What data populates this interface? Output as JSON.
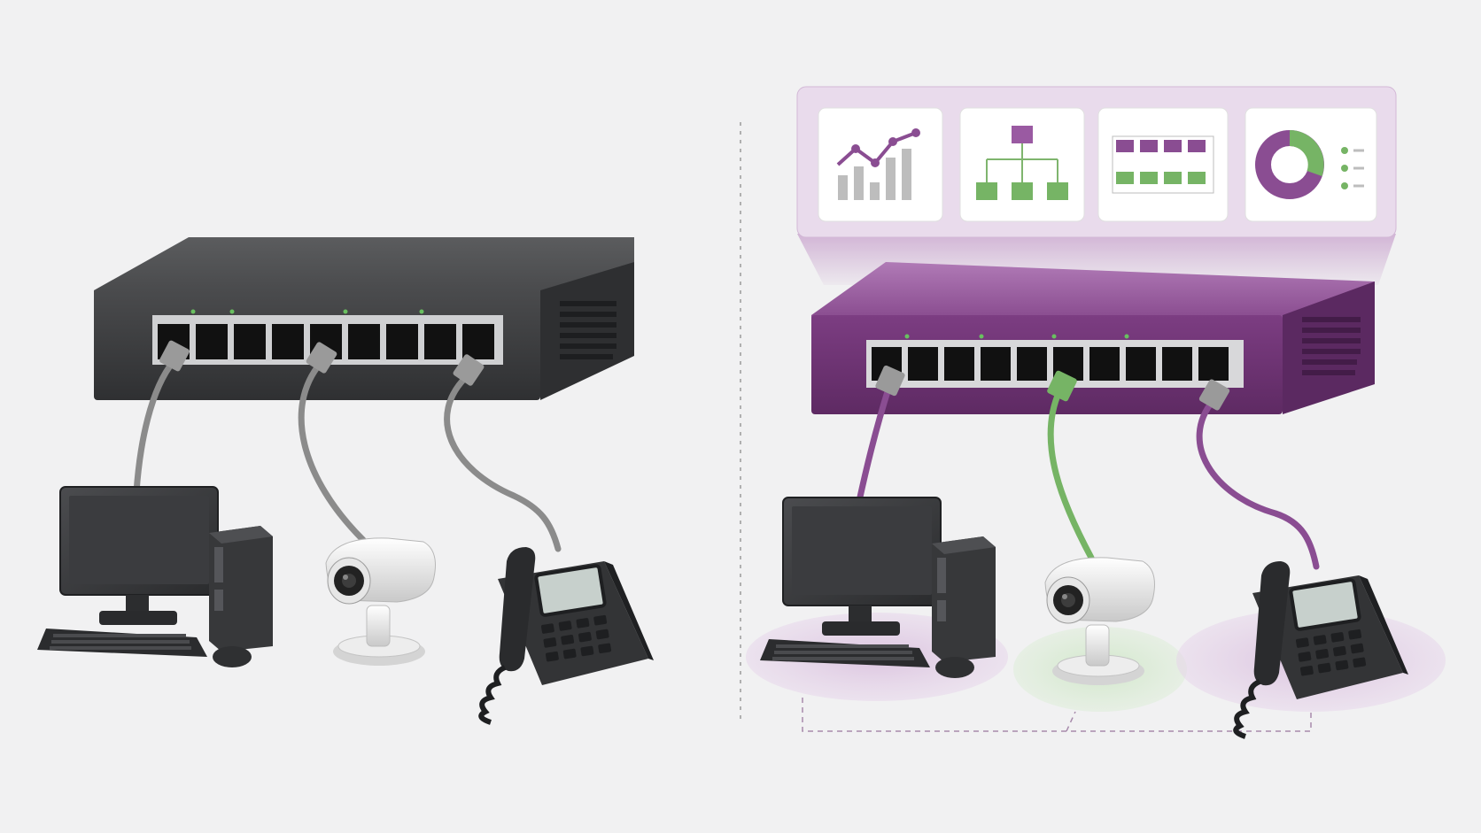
{
  "colors": {
    "background": "#f1f1f2",
    "unmanaged_switch": "#4a4b4d",
    "managed_switch": "#7c3d82",
    "cable_gray": "#8b8b8b",
    "vlan_purple": "#8a4d92",
    "vlan_green": "#76b465",
    "panel_tint": "#e6d3ea"
  },
  "scenes": {
    "unmanaged": {
      "device": "unmanaged-switch",
      "port_count": 9,
      "cable_color": "gray",
      "connected_devices": [
        "desktop-computer",
        "security-camera",
        "ip-phone"
      ]
    },
    "managed": {
      "device": "managed-switch",
      "port_count": 10,
      "connected_devices": [
        "desktop-computer",
        "security-camera",
        "ip-phone"
      ],
      "device_zones": [
        "purple",
        "green",
        "purple"
      ],
      "dashboard_cards": [
        {
          "icon": "traffic-chart-icon"
        },
        {
          "icon": "topology-icon"
        },
        {
          "icon": "port-map-icon"
        },
        {
          "icon": "donut-chart-icon"
        }
      ]
    }
  }
}
